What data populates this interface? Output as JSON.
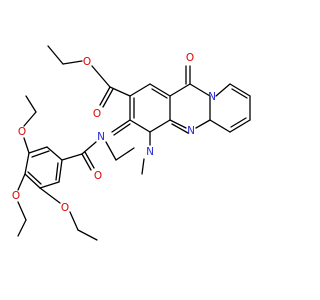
{
  "molecule": {
    "atoms": {
      "o_ketone": "O",
      "o_ester_carbonyl": "O",
      "o_ester_ether": "O",
      "n_pyrido": "N",
      "n_methyl": "N",
      "n_pyrimidine": "N",
      "n_imine": "N",
      "o_amide": "O",
      "o_ethoxy_top": "O",
      "o_ethoxy_mid": "O",
      "o_ethoxy_bot": "O"
    },
    "colors": {
      "oxygen": "#e00000",
      "nitrogen": "#2828d8",
      "carbon_bond": "#000000"
    }
  }
}
